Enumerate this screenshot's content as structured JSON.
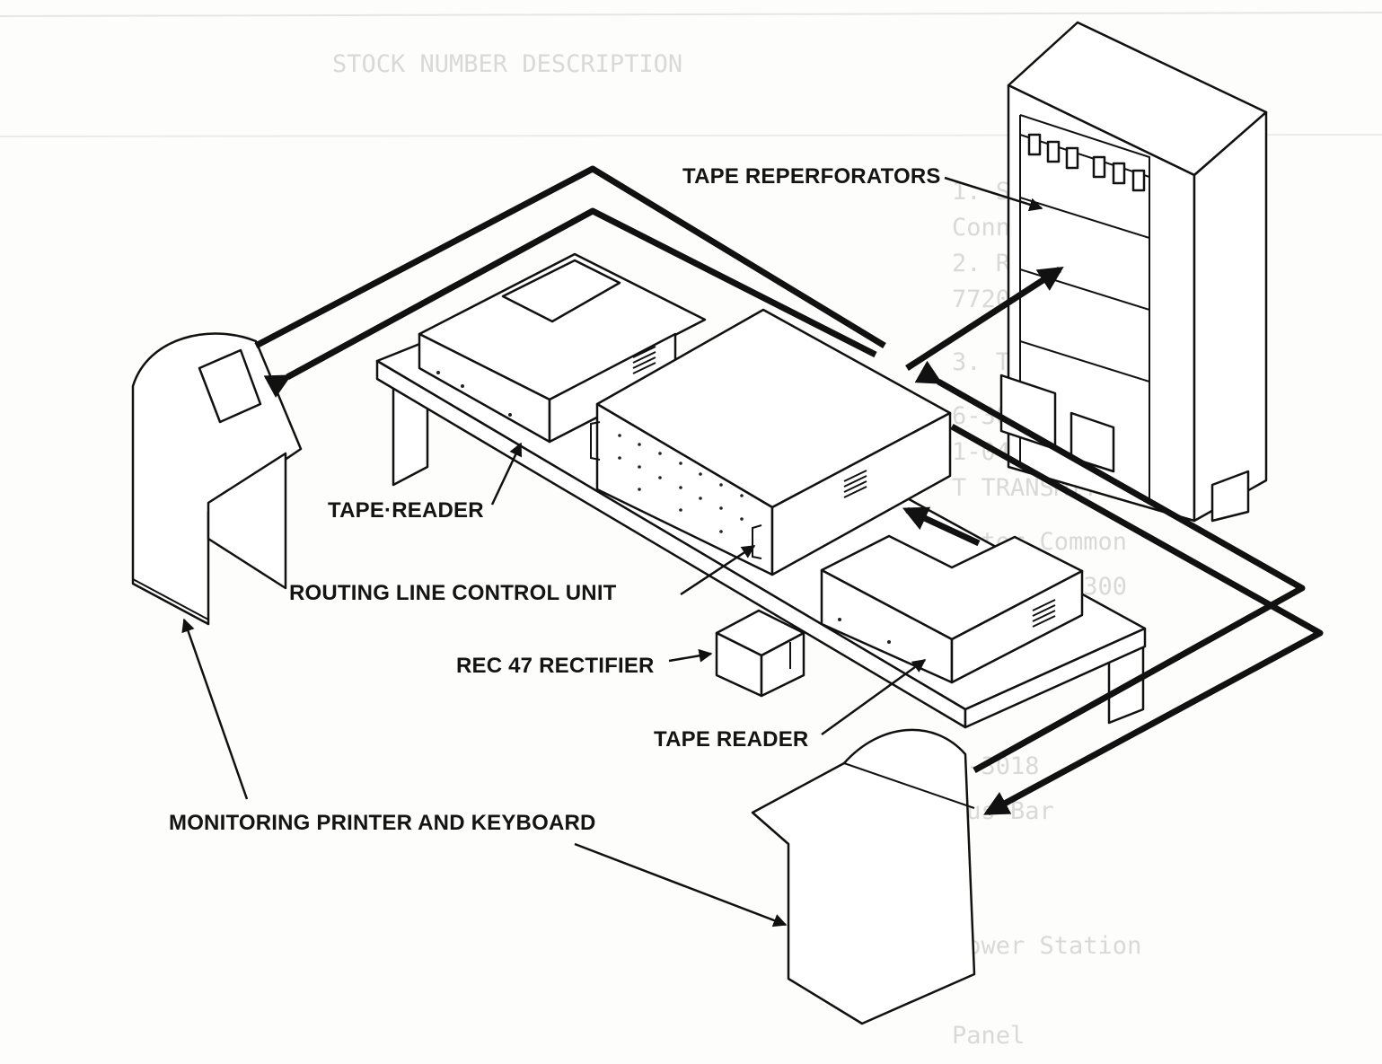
{
  "labels": {
    "tape_reperforators": "TAPE REPERFORATORS",
    "tape_reader_top": "TAPE·READER",
    "routing_line_control_unit": "ROUTING LINE CONTROL UNIT",
    "rec47_rectifier": "REC 47 RECTIFIER",
    "tape_reader_bottom": "TAPE READER",
    "monitoring_printer_keyboard": "MONITORING PRINTER AND KEYBOARD"
  }
}
